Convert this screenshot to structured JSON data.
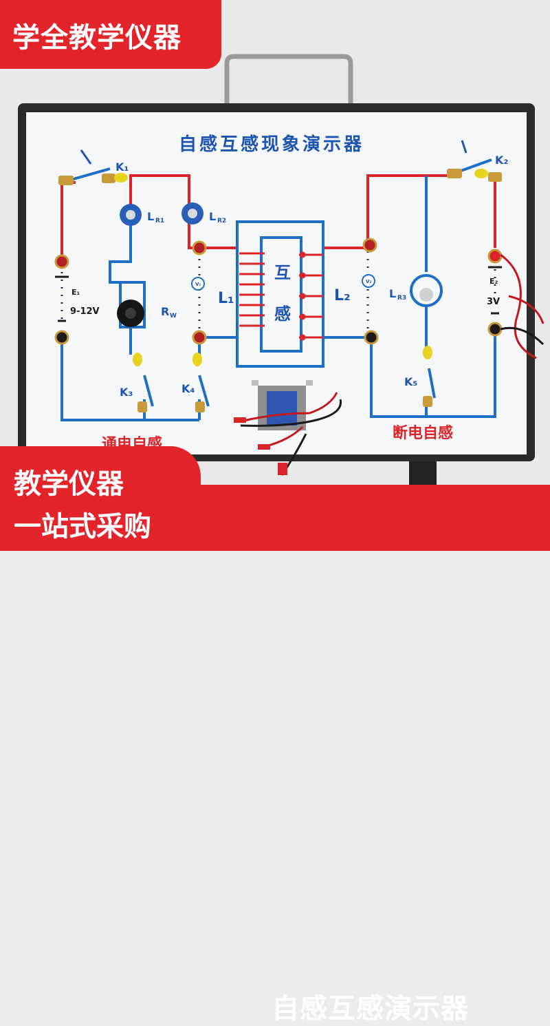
{
  "banner": {
    "top_left": "学全教学仪器",
    "bottom_left_line1": "教学仪器",
    "bottom_left_line2": "一站式采购",
    "bottom_right": "自感互感演示器"
  },
  "board": {
    "title": "自感互感现象演示器",
    "left_section": "通电自感",
    "right_section": "断电自感",
    "labels": {
      "k1": "K₁",
      "k2": "K₂",
      "k3": "K₃",
      "k4": "K₄",
      "k5": "K₅",
      "lr1": "L",
      "lr1_sub": "R1",
      "lr2": "L",
      "lr2_sub": "R2",
      "lr3": "L",
      "lr3_sub": "R3",
      "e1": "E₁",
      "e1_voltage": "9-12V",
      "e2": "E₂",
      "e2_voltage": "3V",
      "rw": "R",
      "rw_sub": "W",
      "l1": "L₁",
      "l2": "L₂",
      "coil_char1": "互",
      "coil_char2": "感",
      "v1": "V₁",
      "v2": "V₂"
    }
  },
  "colors": {
    "banner_red": "#e3242b",
    "circuit_red": "#d9252a",
    "circuit_blue": "#1f6fc4",
    "label_blue": "#1d54b0",
    "board_white": "#f6f7f9",
    "frame_dark": "#2b2b2b"
  }
}
